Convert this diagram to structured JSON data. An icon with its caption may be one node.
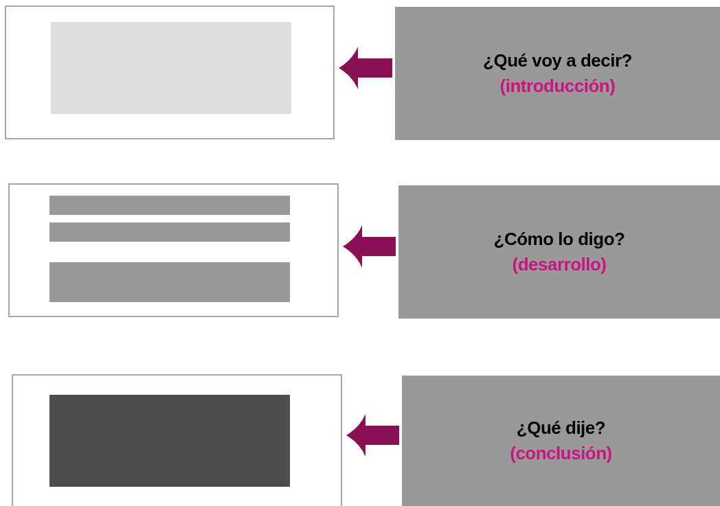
{
  "diagram": {
    "nodes": [
      {
        "text": [],
        "shape": "box"
      },
      {
        "text": [],
        "shape": "bar",
        "in": 0
      },
      {
        "text": [
          "¿Qué voy a decir?",
          "(introducción)"
        ]
      },
      {
        "text": [],
        "shape": "box"
      },
      {
        "text": [],
        "shape": "bar",
        "in": 3
      },
      {
        "text": [],
        "shape": "bar",
        "in": 3
      },
      {
        "text": [],
        "shape": "bar",
        "in": 3
      },
      {
        "text": [
          "¿Cómo lo digo?",
          "(desarrollo)"
        ]
      },
      {
        "text": [],
        "shape": "box"
      },
      {
        "text": [],
        "shape": "bar",
        "in": 8
      },
      {
        "text": [
          "¿Qué dije?",
          "(conclusión)"
        ]
      }
    ],
    "edges": [
      {
        "from": 2,
        "to": 0,
        "arrow": "to"
      },
      {
        "from": 7,
        "to": 3,
        "arrow": "to"
      },
      {
        "from": 10,
        "to": 8,
        "arrow": "to"
      }
    ]
  }
}
